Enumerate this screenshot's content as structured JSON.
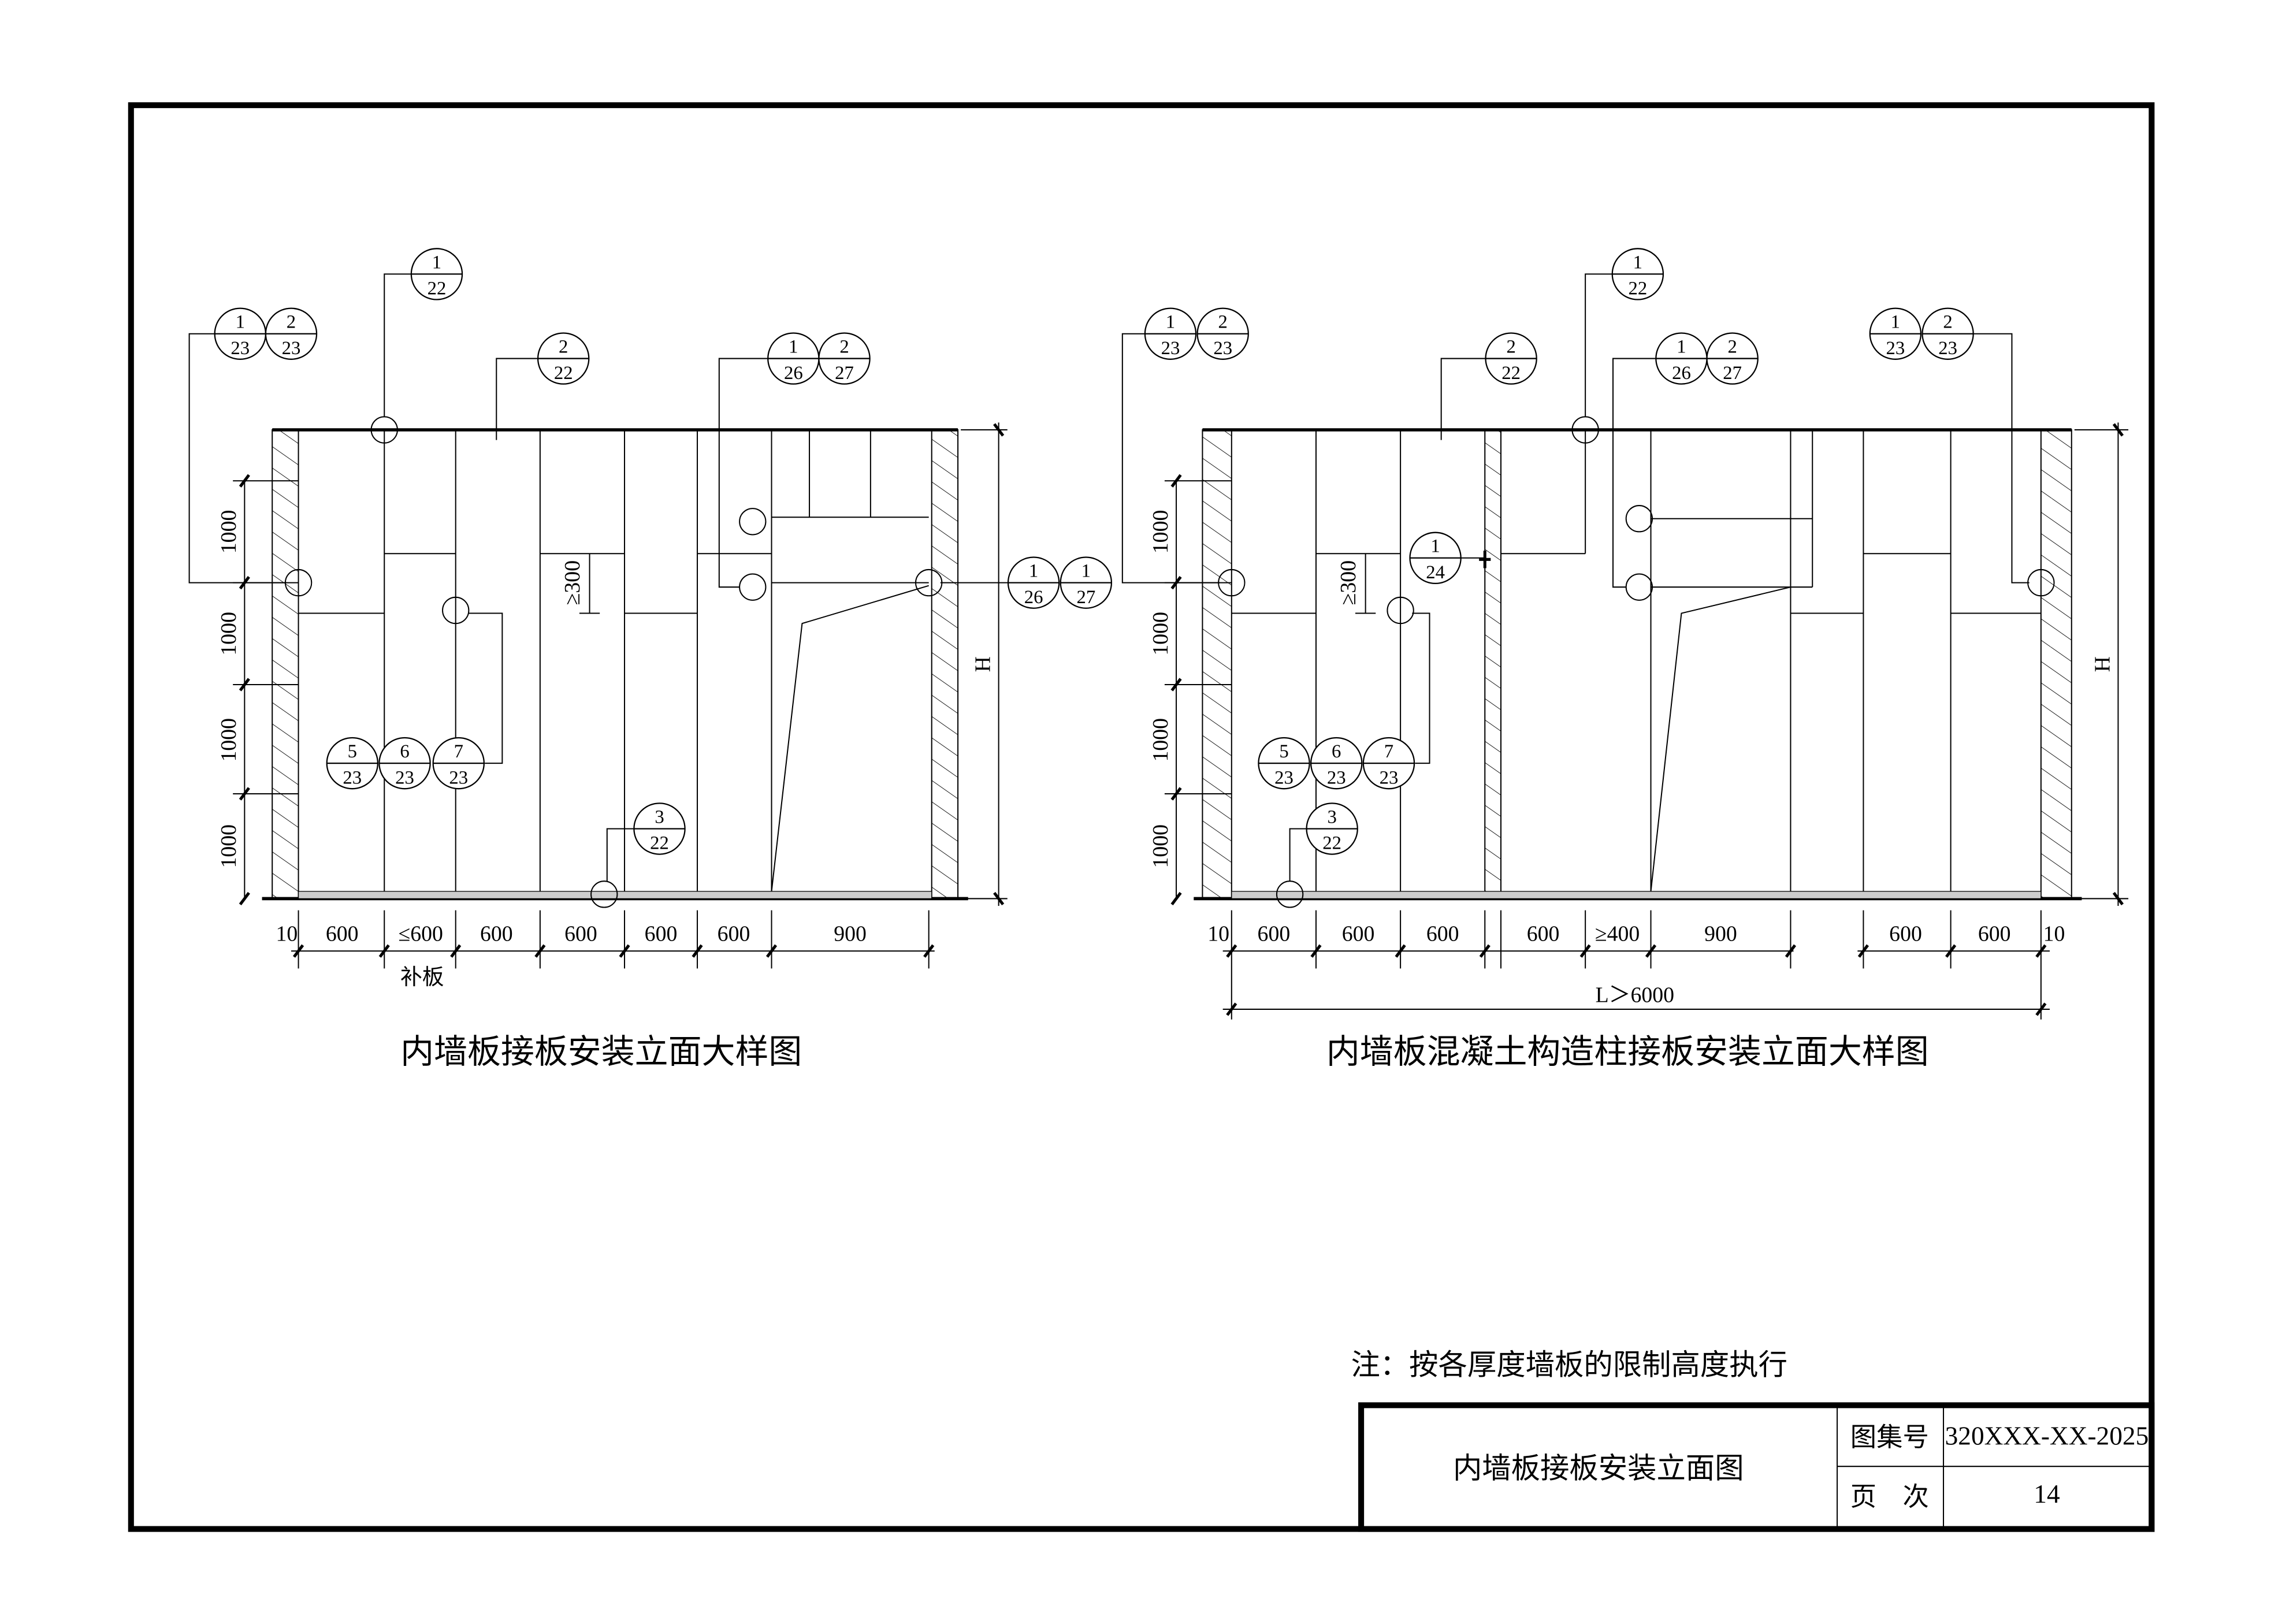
{
  "drawing_left": {
    "title": "内墙板接板安装立面大样图",
    "dims_bottom": [
      "10",
      "600",
      "≤600",
      "600",
      "600",
      "600",
      "600",
      "900"
    ],
    "dim_note": "补板",
    "dims_left": [
      "1000",
      "1000",
      "1000",
      "1000"
    ],
    "height_label": "H",
    "min_height": "≥300",
    "callouts": [
      [
        {
          "n": "1",
          "s": "23"
        },
        {
          "n": "2",
          "s": "23"
        }
      ],
      [
        {
          "n": "1",
          "s": "22"
        }
      ],
      [
        {
          "n": "2",
          "s": "22"
        }
      ],
      [
        {
          "n": "1",
          "s": "26"
        },
        {
          "n": "2",
          "s": "27"
        }
      ],
      [
        {
          "n": "1",
          "s": "26"
        },
        {
          "n": "1",
          "s": "27"
        }
      ],
      [
        {
          "n": "5",
          "s": "23"
        },
        {
          "n": "6",
          "s": "23"
        },
        {
          "n": "7",
          "s": "23"
        }
      ],
      [
        {
          "n": "3",
          "s": "22"
        }
      ]
    ]
  },
  "drawing_right": {
    "title": "内墙板混凝土构造柱接板安装立面大样图",
    "dims_bottom": [
      "10",
      "600",
      "600",
      "600",
      "600",
      "≥400",
      "900",
      "600",
      "600",
      "10"
    ],
    "total_length": "L＞6000",
    "dims_left": [
      "1000",
      "1000",
      "1000",
      "1000"
    ],
    "height_label": "H",
    "min_height": "≥300",
    "callouts": [
      [
        {
          "n": "1",
          "s": "23"
        },
        {
          "n": "2",
          "s": "23"
        }
      ],
      [
        {
          "n": "1",
          "s": "22"
        }
      ],
      [
        {
          "n": "2",
          "s": "22"
        }
      ],
      [
        {
          "n": "1",
          "s": "26"
        },
        {
          "n": "2",
          "s": "27"
        }
      ],
      [
        {
          "n": "1",
          "s": "23"
        },
        {
          "n": "2",
          "s": "23"
        }
      ],
      [
        {
          "n": "1",
          "s": "24"
        }
      ],
      [
        {
          "n": "5",
          "s": "23"
        },
        {
          "n": "6",
          "s": "23"
        },
        {
          "n": "7",
          "s": "23"
        }
      ],
      [
        {
          "n": "3",
          "s": "22"
        }
      ]
    ]
  },
  "note": "注：按各厚度墙板的限制高度执行",
  "title_block": {
    "drawing_title": "内墙板接板安装立面图",
    "atlas_no_label": "图集号",
    "atlas_no": "320XXX-XX-2025",
    "page_label": "页　次",
    "page": "14"
  }
}
